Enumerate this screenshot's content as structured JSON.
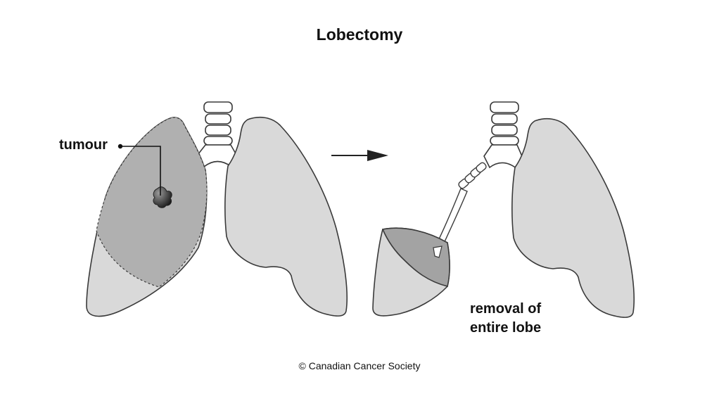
{
  "title": "Lobectomy",
  "labels": {
    "tumour": "tumour",
    "removal_line1": "removal of",
    "removal_line2": "entire lobe"
  },
  "footer": {
    "copyright": "© Canadian Cancer Society"
  },
  "colors": {
    "lung_fill": "#d9d9d9",
    "lobe_fill": "#b0b0b0",
    "cut_face_fill": "#a3a3a3",
    "outline": "#3a3a3a",
    "text": "#111111"
  }
}
